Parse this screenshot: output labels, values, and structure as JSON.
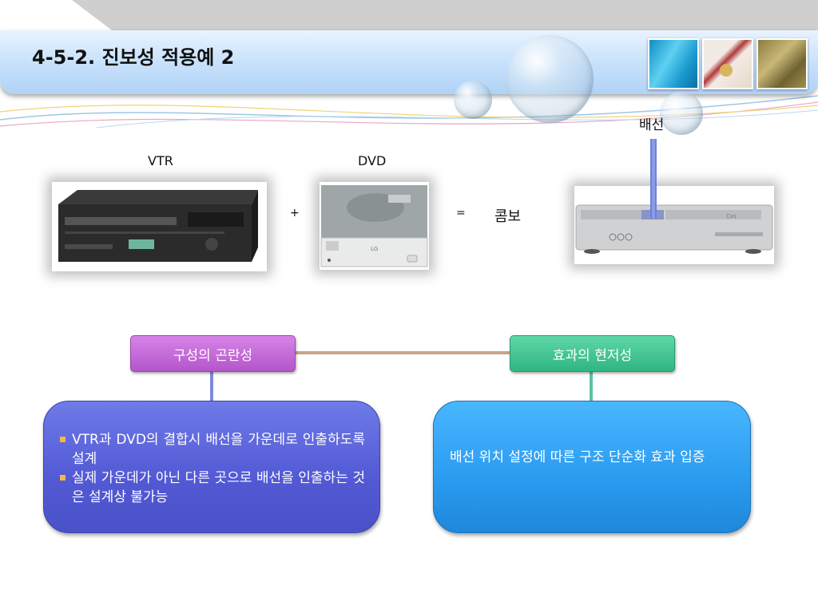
{
  "page": {
    "title": "4-5-2. 진보성 적용예 2"
  },
  "header": {
    "thumbnails": [
      {
        "name": "blue-silk-thumbnail",
        "color": "#27a9d8"
      },
      {
        "name": "ribbon-certificate-thumbnail",
        "color": "#c08a7a"
      },
      {
        "name": "grass-thumbnail",
        "color": "#7c7038"
      }
    ]
  },
  "equation": {
    "vtr_label": "VTR",
    "dvd_label": "DVD",
    "plus_sign": "+",
    "equals_sign": "=",
    "combo_label": "콤보",
    "wiring_label": "배선"
  },
  "devices": {
    "dvd_brand": "LG",
    "combo_model_logo": "Cvs"
  },
  "left_panel": {
    "tag": "구성의 곤란성",
    "bullets": [
      "VTR과 DVD의 결합시 배선을 가운데로 인출하도록 설계",
      "실제 가운데가 아닌 다른 곳으로 배선을 인출하는 것은 설계상 불가능"
    ]
  },
  "right_panel": {
    "tag": "효과의 현저성",
    "text": "배선 위치 설정에 따른 구조 단순화 효과 입증"
  },
  "colors": {
    "left_tag": "#c668dc",
    "right_tag": "#3fc48f",
    "left_box": "#5a62d8",
    "right_box": "#2f9ff0",
    "connector": "#c9a58a",
    "bullet": "#f4b942",
    "wiring": "#8a9be8"
  }
}
